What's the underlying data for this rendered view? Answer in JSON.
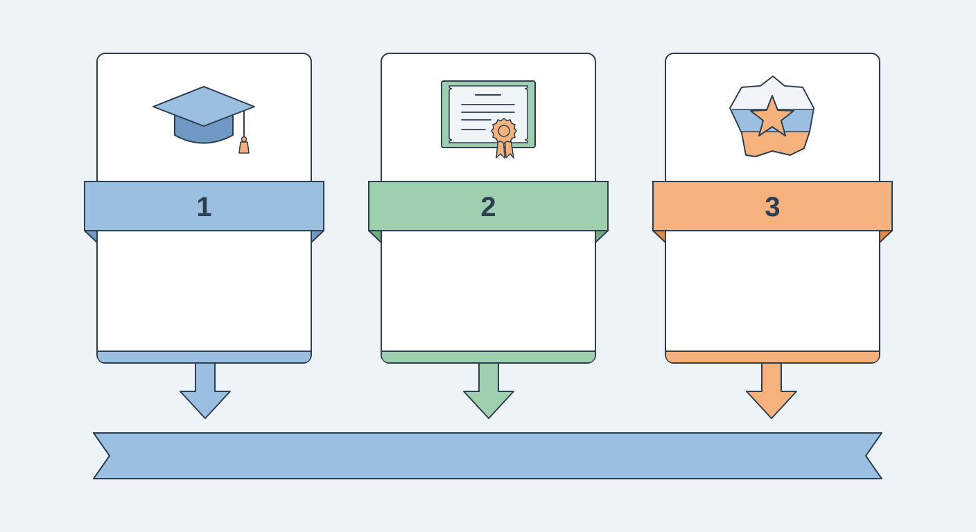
{
  "steps": [
    {
      "number": "1",
      "icon": "graduation-cap-icon",
      "color": "#9bbfe0",
      "body_text": ""
    },
    {
      "number": "2",
      "icon": "certificate-icon",
      "color": "#9ecfae",
      "body_text": ""
    },
    {
      "number": "3",
      "icon": "star-badge-icon",
      "color": "#f6b27d",
      "body_text": ""
    }
  ],
  "colors": {
    "background": "#eef3f8",
    "outline": "#2c3e50",
    "card": "#ffffff",
    "blue": "#9bbfe0",
    "green": "#9ecfae",
    "orange": "#f6b27d",
    "text": "#2c3e50"
  },
  "bottom_banner": {
    "color": "#9bbfe0",
    "text": ""
  }
}
